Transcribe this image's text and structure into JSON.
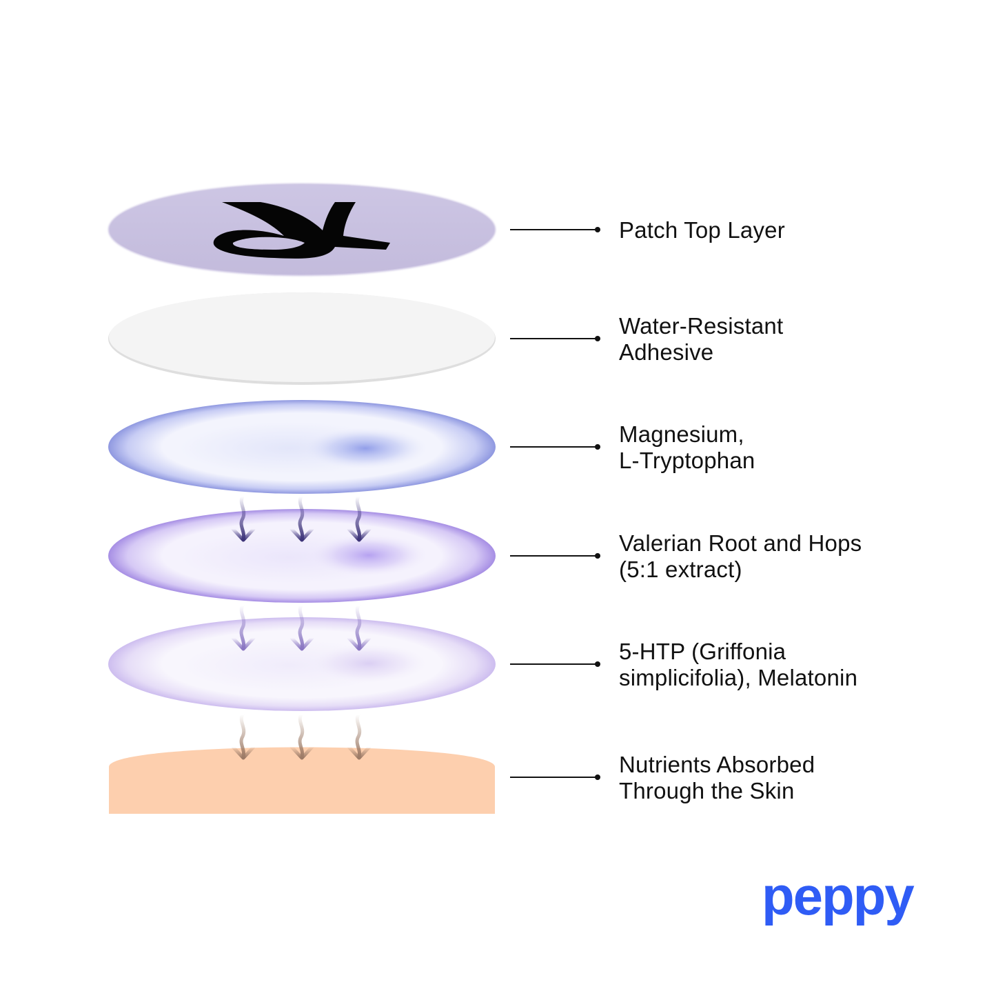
{
  "layers": [
    {
      "id": "top",
      "lines": [
        "Patch Top Layer"
      ]
    },
    {
      "id": "adhesive",
      "lines": [
        "Water-Resistant",
        "Adhesive"
      ]
    },
    {
      "id": "magnesium",
      "lines": [
        "Magnesium,",
        "L-Tryptophan"
      ]
    },
    {
      "id": "valerian",
      "lines": [
        "Valerian Root and Hops",
        "(5:1 extract)"
      ]
    },
    {
      "id": "htp",
      "lines": [
        "5-HTP (Griffonia",
        "simplicifolia), Melatonin"
      ]
    },
    {
      "id": "skin",
      "lines": [
        "Nutrients Absorbed",
        "Through the Skin"
      ]
    }
  ],
  "brand": {
    "name": "peppy",
    "color": "#2f5cf5"
  },
  "colors": {
    "top_layer": "#c8c0e0",
    "adhesive": "#f4f4f4",
    "magnesium": "#8a97e6",
    "valerian": "#b49cf0",
    "htp": "#d9cdf2",
    "skin": "#fdcfae",
    "arrow_dark": "#4a3f86",
    "arrow_mid": "#8e7bc4",
    "arrow_skin": "#a48470"
  },
  "icons": [
    "peppy-logo-mark",
    "downward-squiggle-arrow",
    "leader-line-dot"
  ]
}
